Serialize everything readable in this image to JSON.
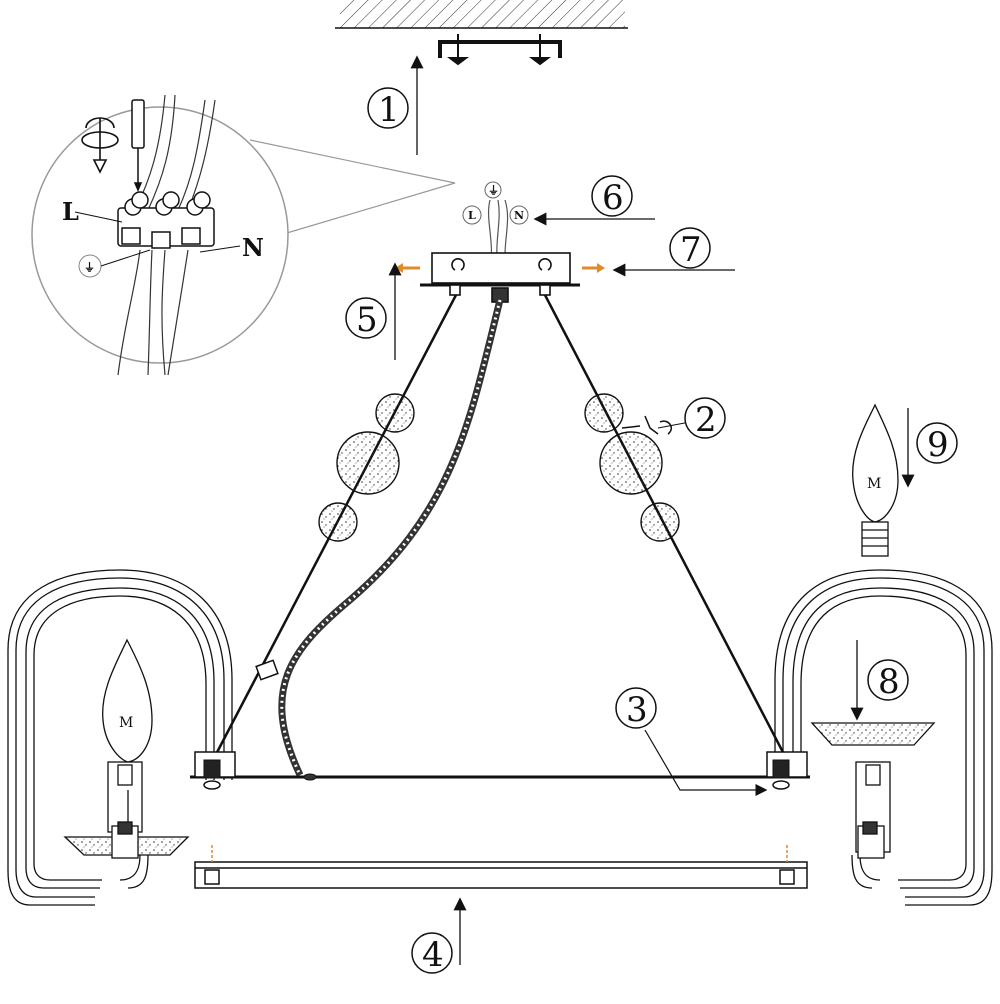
{
  "steps": [
    {
      "id": "1",
      "label": "1"
    },
    {
      "id": "2",
      "label": "2"
    },
    {
      "id": "3",
      "label": "3"
    },
    {
      "id": "4",
      "label": "4"
    },
    {
      "id": "5",
      "label": "5"
    },
    {
      "id": "6",
      "label": "6"
    },
    {
      "id": "7",
      "label": "7"
    },
    {
      "id": "8",
      "label": "8"
    },
    {
      "id": "9",
      "label": "9"
    }
  ],
  "wiring": {
    "live": "L",
    "neutral": "N",
    "ground_symbol": "⏚"
  },
  "bulb_mark": "M",
  "colors": {
    "line": "#1a1a1a",
    "screw_hint": "#e08a2c",
    "detail_circle": "#888888"
  }
}
